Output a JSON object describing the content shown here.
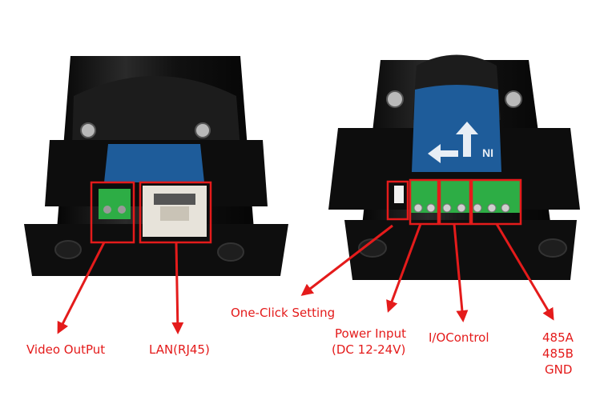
{
  "colors": {
    "annotation": "#e41b1b",
    "housing": "#141414",
    "board": "#1e5c9a",
    "terminal": "#2dad45",
    "rj45": "#e7e3da"
  },
  "icons": {
    "arrow": "arrow-icon",
    "screw": "screw-icon"
  },
  "labels": {
    "video_output": "Video OutPut",
    "lan": "LAN(RJ45)",
    "one_click": "One-Click Setting",
    "power_line1": "Power Input",
    "power_line2": "(DC 12-24V)",
    "io_control": "I/OControl",
    "rs485_a": "485A",
    "rs485_b": "485B",
    "gnd": "GND"
  },
  "board_text": {
    "direction": "NI"
  }
}
